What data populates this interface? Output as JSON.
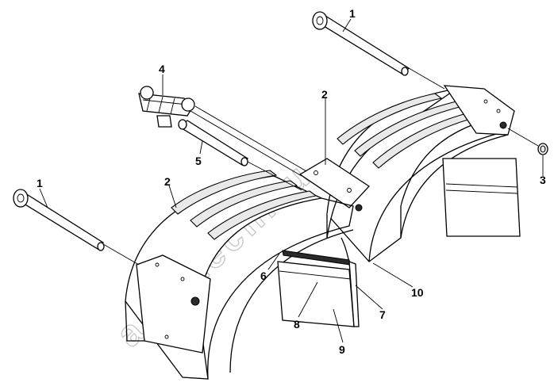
{
  "callouts": {
    "axle_left": "1",
    "axle_right": "1",
    "fender_left": "2",
    "fender_right": "2",
    "plug": "3",
    "bracket": "4",
    "tube": "5",
    "flap_left": "6",
    "strip": "7",
    "clamp_bar": "8",
    "mud_flap": "9",
    "flap_right": "10"
  },
  "watermark": "autotech.ru"
}
